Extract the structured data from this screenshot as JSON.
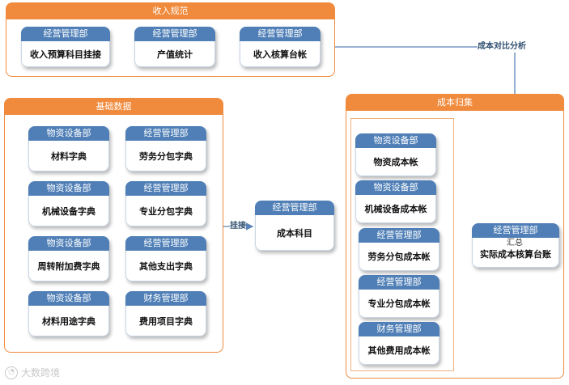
{
  "panels": {
    "income": "收入规范",
    "basic": "基础数据",
    "cost": "成本归集"
  },
  "nodes": {
    "income_1": {
      "dept": "经营管理部",
      "name": "收入预算科目挂接"
    },
    "income_2": {
      "dept": "经营管理部",
      "name": "产值统计"
    },
    "income_3": {
      "dept": "经营管理部",
      "name": "收入核算台帐"
    },
    "basic_1": {
      "dept": "物资设备部",
      "name": "材料字典"
    },
    "basic_2": {
      "dept": "经营管理部",
      "name": "劳务分包字典"
    },
    "basic_3": {
      "dept": "物资设备部",
      "name": "机械设备字典"
    },
    "basic_4": {
      "dept": "经营管理部",
      "name": "专业分包字典"
    },
    "basic_5": {
      "dept": "物资设备部",
      "name": "周转附加费字典"
    },
    "basic_6": {
      "dept": "经营管理部",
      "name": "其他支出字典"
    },
    "basic_7": {
      "dept": "物资设备部",
      "name": "材料用途字典"
    },
    "basic_8": {
      "dept": "财务管理部",
      "name": "费用项目字典"
    },
    "subject": {
      "dept": "经营管理部",
      "name": "成本科目"
    },
    "cost_1": {
      "dept": "物资设备部",
      "name": "物资成本帐"
    },
    "cost_2": {
      "dept": "物资设备部",
      "name": "机械设备成本帐"
    },
    "cost_3": {
      "dept": "经营管理部",
      "name": "劳务分包成本帐"
    },
    "cost_4": {
      "dept": "经营管理部",
      "name": "专业分包成本帐"
    },
    "cost_5": {
      "dept": "财务管理部",
      "name": "其他费用成本帐"
    },
    "actual": {
      "dept": "经营管理部",
      "name": "实际成本核算台账"
    }
  },
  "labels": {
    "link": "挂接",
    "analysis": "成本对比分析",
    "summary": "汇总"
  },
  "watermark": "大数跨境",
  "colors": {
    "panel_header": "#f08a3c",
    "node_header": "#4f7fb6",
    "connector": "#5a84b8"
  }
}
